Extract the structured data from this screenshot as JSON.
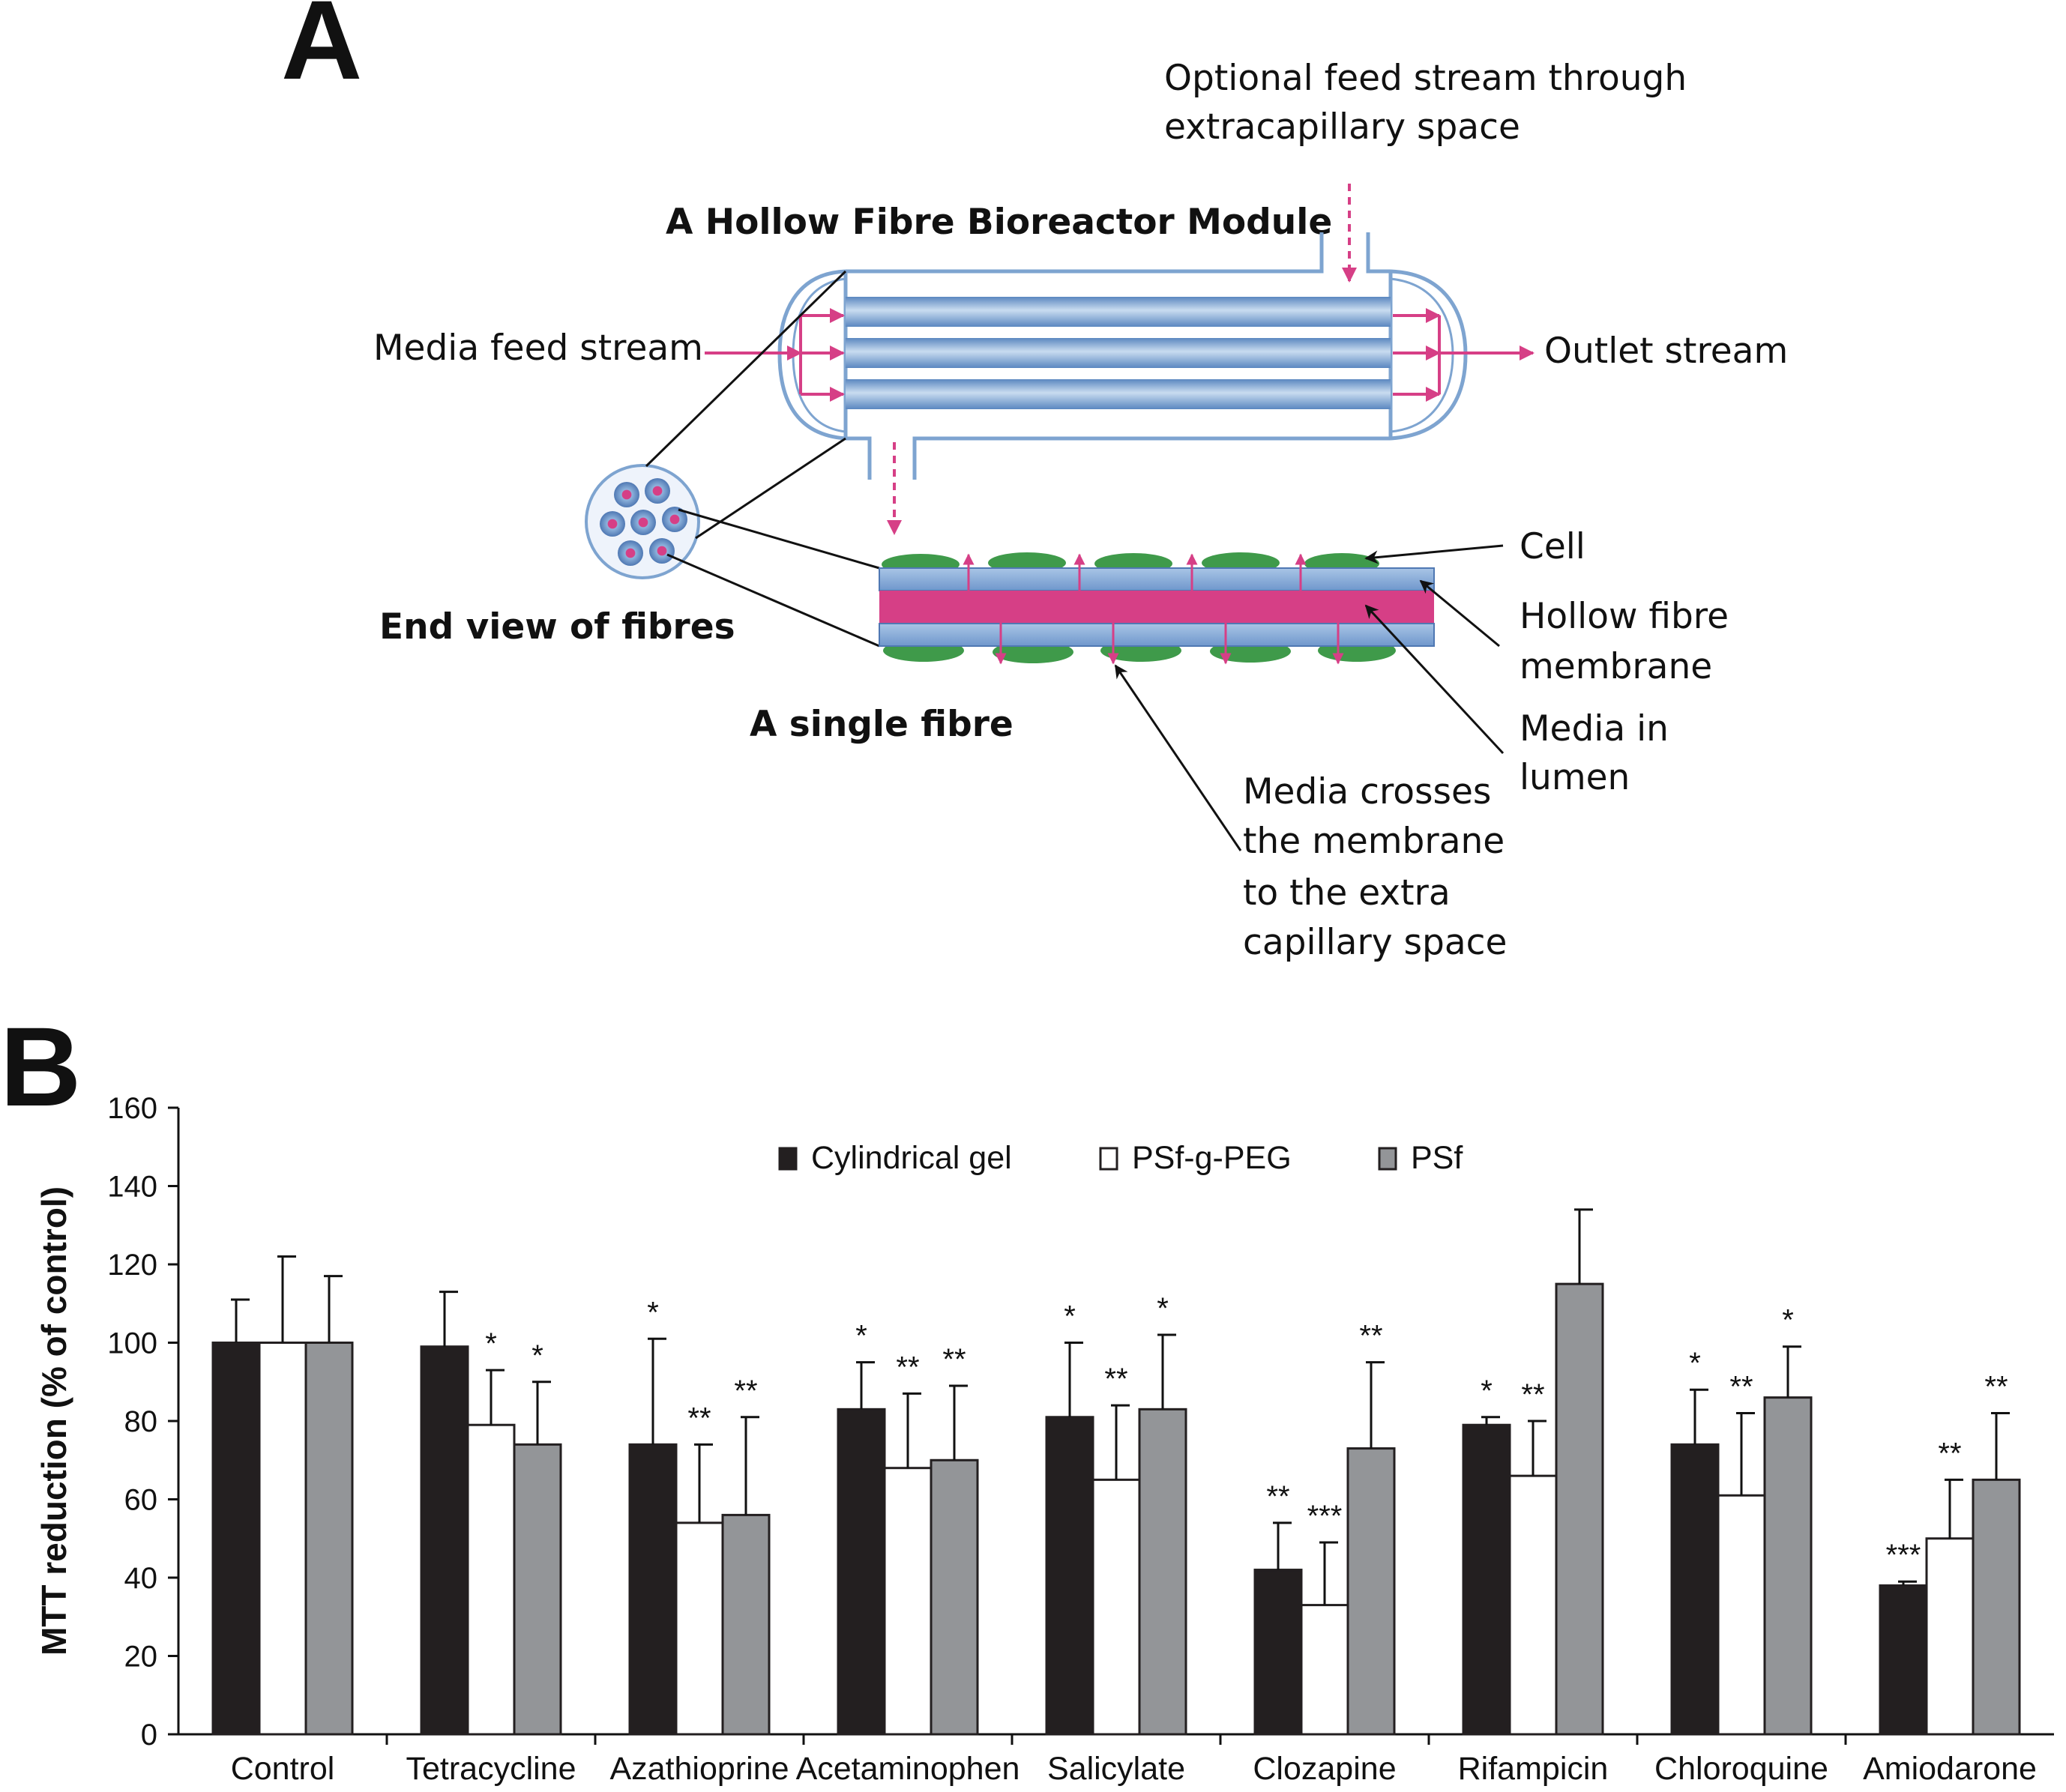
{
  "panel_a": {
    "letter": "A",
    "module_title": "A Hollow Fibre Bioreactor Module",
    "optional_feed_line1": "Optional feed stream through",
    "optional_feed_line2": "extracapillary space",
    "media_feed": "Media feed stream",
    "outlet": "Outlet stream",
    "end_view": "End view of fibres",
    "single_fibre": "A single fibre",
    "cell": "Cell",
    "membrane_line1": "Hollow fibre",
    "membrane_line2": "membrane",
    "lumen_line1": "Media in",
    "lumen_line2": "lumen",
    "crosses_line1": "Media crosses",
    "crosses_line2": "the membrane",
    "crosses_line3": "to the extra",
    "crosses_line4": "capillary space",
    "colors": {
      "fibre": "#8fb4dd",
      "media": "#d63f86",
      "cell": "#3f9a4a",
      "arrow": "#d63f86",
      "shell": "#7ea4d0"
    }
  },
  "panel_b": {
    "letter": "B"
  },
  "chart_data": {
    "type": "bar",
    "ylabel": "MTT reduction (% of control)",
    "ylim": [
      0,
      160
    ],
    "yticks": [
      0,
      20,
      40,
      60,
      80,
      100,
      120,
      140,
      160
    ],
    "legend_position": "top-center",
    "categories": [
      "Control",
      "Tetracycline",
      "Azathioprine",
      "Acetaminophen",
      "Salicylate",
      "Clozapine",
      "Rifampicin",
      "Chloroquine",
      "Amiodarone"
    ],
    "series": [
      {
        "name": "Cylindrical gel",
        "color": "#231f20",
        "values": [
          100,
          99,
          74,
          83,
          81,
          42,
          79,
          74,
          38
        ],
        "errors": [
          11,
          14,
          27,
          12,
          19,
          12,
          2,
          14,
          1
        ],
        "sig": [
          "",
          "",
          "*",
          "*",
          "*",
          "**",
          "*",
          "*",
          "***"
        ]
      },
      {
        "name": "PSf-g-PEG",
        "color": "#ffffff",
        "values": [
          100,
          79,
          54,
          68,
          65,
          33,
          66,
          61,
          50
        ],
        "errors": [
          22,
          14,
          20,
          19,
          19,
          16,
          14,
          21,
          15
        ],
        "sig": [
          "",
          "*",
          "**",
          "**",
          "**",
          "***",
          "**",
          "**",
          "**"
        ]
      },
      {
        "name": "PSf",
        "color": "#939598",
        "values": [
          100,
          74,
          56,
          70,
          83,
          73,
          115,
          86,
          65
        ],
        "errors": [
          17,
          16,
          25,
          19,
          19,
          22,
          19,
          13,
          17
        ],
        "sig": [
          "",
          "*",
          "**",
          "**",
          "*",
          "**",
          "",
          "*",
          "**"
        ]
      }
    ]
  }
}
